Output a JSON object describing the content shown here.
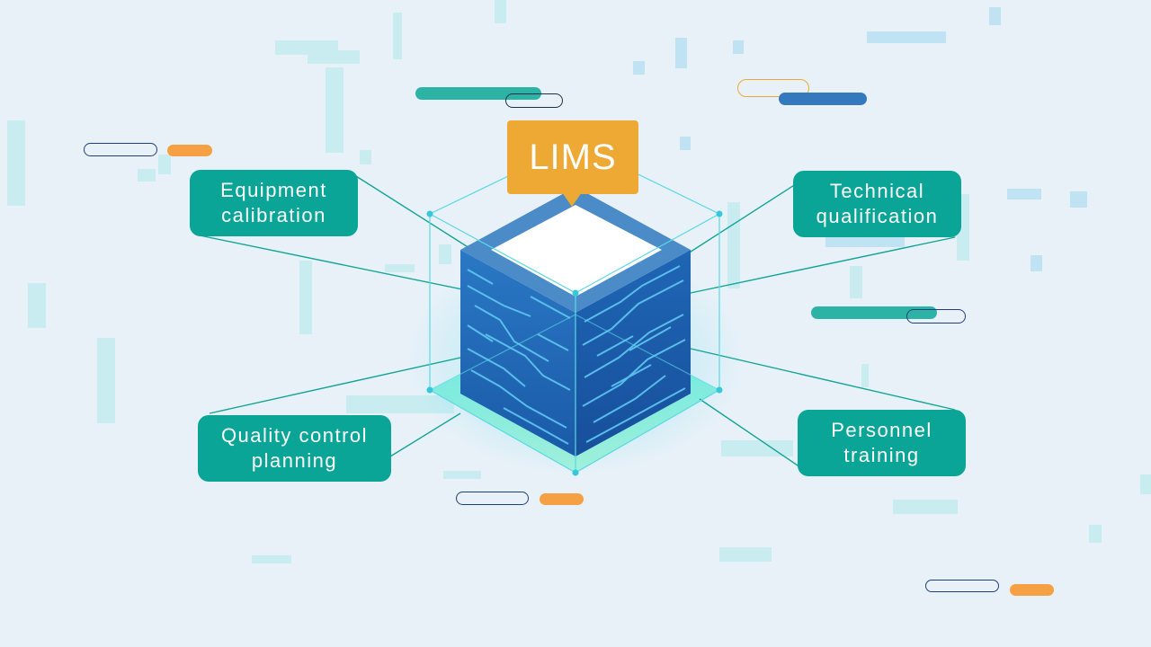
{
  "header": {
    "title": "LIMS"
  },
  "labels": {
    "equipment": "Equipment\ncalibration",
    "technical": "Technical\nqualification",
    "quality": "Quality control\nplanning",
    "personnel": "Personnel\ntraining"
  },
  "colors": {
    "background": "#e9f1f8",
    "label_teal": "#0aa596",
    "accent_orange": "#eea934",
    "cube_blue": "#1f6fb7"
  }
}
